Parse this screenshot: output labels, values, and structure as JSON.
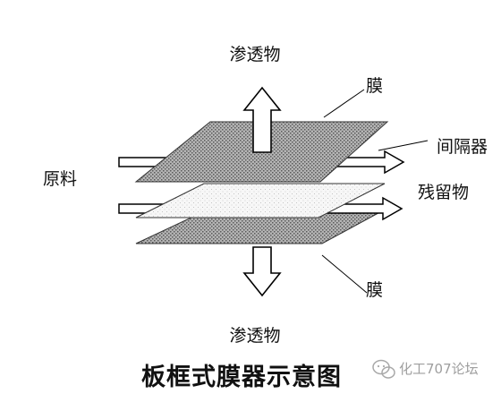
{
  "labels": {
    "permeate_top": "渗透物",
    "membrane_top": "膜",
    "spacer": "间隔器",
    "feed": "原料",
    "retentate": "残留物",
    "membrane_bottom": "膜",
    "permeate_bottom": "渗透物"
  },
  "title": "板框式膜器示意图",
  "watermark": {
    "text": "化工707论坛"
  }
}
